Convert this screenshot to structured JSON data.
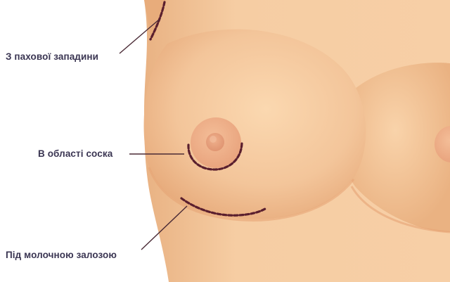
{
  "labels": {
    "armpit": "З пахової западини",
    "nipple": "В області соска",
    "underbreast": "Під молочною залозою"
  },
  "colors": {
    "skin": "#f3c59a",
    "skin_shadow": "#e7a877",
    "areola": "#eeae86",
    "nipple": "#e59f7a",
    "incision": "#5a1f2e",
    "leader_line": "#4a2a35",
    "label_text": "#3a3552"
  }
}
